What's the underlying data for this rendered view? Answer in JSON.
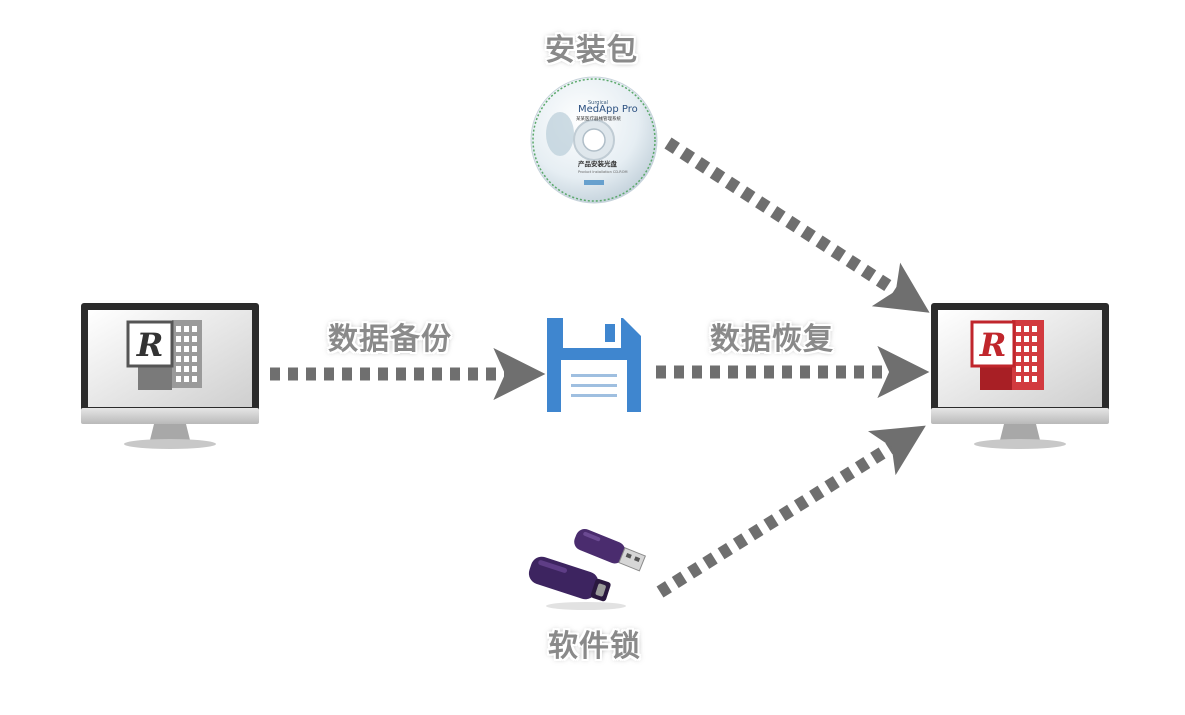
{
  "labels": {
    "install_package": "安装包",
    "data_backup": "数据备份",
    "data_restore": "数据恢复",
    "software_lock": "软件锁"
  },
  "monitor_left": {
    "logo_letter": "R"
  },
  "monitor_right": {
    "logo_letter": "R"
  },
  "cd": {
    "brand_small": "Surgical",
    "brand": "MedApp Pro",
    "subtitle": "某某医疗器械管理系统",
    "disc_title": "产品安装光盘",
    "disc_caption": "Product Installation CD-ROM"
  },
  "colors": {
    "arrow": "#6f6f6f",
    "label_text": "#8a8a8a",
    "floppy": "#3f86cf",
    "dongle": "#4a2c6e",
    "logo_red": "#c0262c"
  },
  "icons": {
    "floppy": "floppy-disk-icon",
    "cd": "cd-disc-icon",
    "dongle": "usb-dongle-icon",
    "monitor": "computer-monitor-icon"
  }
}
